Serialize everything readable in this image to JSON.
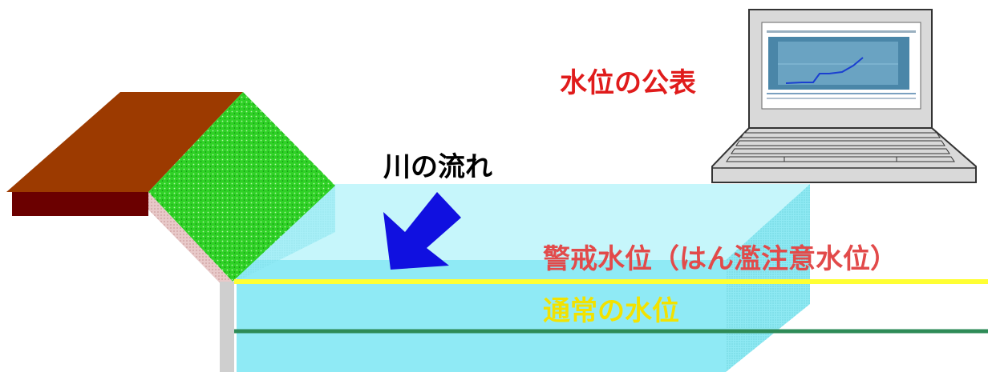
{
  "labels": {
    "publication": "水位の公表",
    "river_flow": "川の流れ",
    "warning_level": "警戒水位（はん濫注意水位）",
    "normal_level": "通常の水位"
  },
  "colors": {
    "water_surface": "#bdf5fb",
    "water_front": "#7ee7f5",
    "water_side": "#3fc7d6",
    "levee_top": "#9c3a00",
    "levee_side": "#6b0000",
    "grass": "#22c31a",
    "warning_line": "#ffff33",
    "normal_line": "#2e8b57",
    "publication_text": "#e01b1b",
    "warning_text": "#e24a4a",
    "normal_text": "#f2e200",
    "arrow": "#1010e0"
  },
  "laptop_chart": {
    "line_color": "#1a3fd0"
  }
}
